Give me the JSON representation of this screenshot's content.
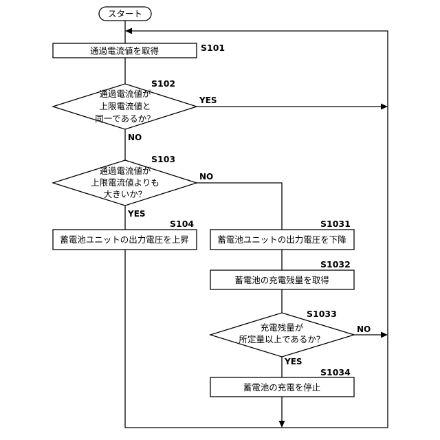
{
  "start": {
    "text": "スタート"
  },
  "s101": {
    "step": "S101",
    "text": "通過電流値を取得"
  },
  "s102": {
    "step": "S102",
    "lines": [
      "通過電流値が",
      "上限電流値と",
      "同一であるか？"
    ],
    "yes": "YES",
    "no": "NO"
  },
  "s103": {
    "step": "S103",
    "lines": [
      "通過電流値が",
      "上限電流値よりも",
      "大きいか？"
    ],
    "yes": "YES",
    "no": "NO"
  },
  "s104": {
    "step": "S104",
    "text": "蓄電池ユニットの出力電圧を上昇"
  },
  "s1031": {
    "step": "S1031",
    "text": "蓄電池ユニットの出力電圧を下降"
  },
  "s1032": {
    "step": "S1032",
    "text": "蓄電池の充電残量を取得"
  },
  "s1033": {
    "step": "S1033",
    "lines": [
      "充電残量が",
      "所定量以上であるか？"
    ],
    "yes": "YES",
    "no": "NO"
  },
  "s1034": {
    "step": "S1034",
    "text": "蓄電池の充電を停止"
  }
}
